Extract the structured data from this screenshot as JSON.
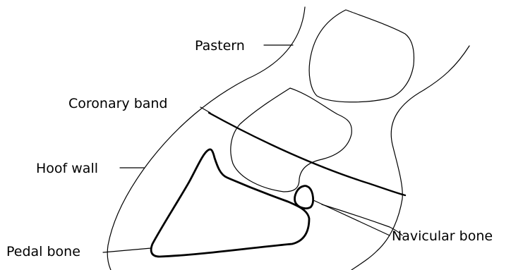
{
  "labels": {
    "pastern": "Pastern",
    "coronary_band": "Coronary band",
    "hoof_wall": "Hoof wall",
    "pedal_bone": "Pedal bone",
    "navicular_bone": "Navicular bone"
  },
  "colors": {
    "line": "#000000",
    "background": "#ffffff"
  }
}
